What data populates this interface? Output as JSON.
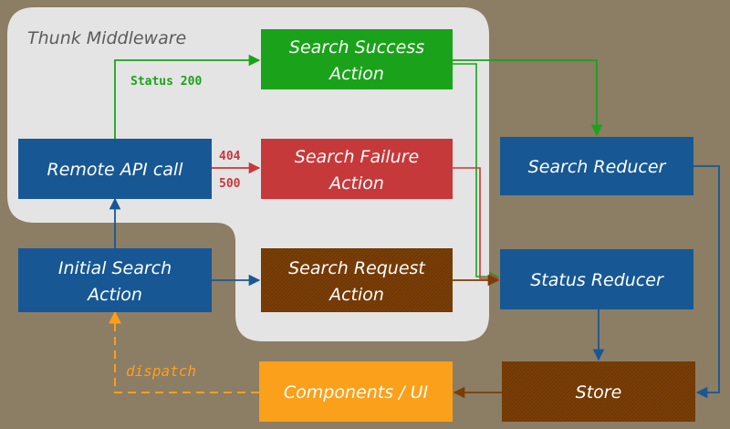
{
  "panel": {
    "title": "Thunk Middleware"
  },
  "nodes": {
    "remote_api_call": {
      "line1": "Remote API call",
      "line2": "",
      "color": "#175894"
    },
    "initial_search_action": {
      "line1": "Initial Search",
      "line2": "Action",
      "color": "#175894"
    },
    "search_success_action": {
      "line1": "Search Success",
      "line2": "Action",
      "color": "#1aa31a"
    },
    "search_failure_action": {
      "line1": "Search Failure",
      "line2": "Action",
      "color": "#c6393b"
    },
    "search_request_action": {
      "line1": "Search Request",
      "line2": "Action",
      "color": "#7a3e06"
    },
    "search_reducer": {
      "line1": "Search Reducer",
      "line2": "",
      "color": "#175894"
    },
    "status_reducer": {
      "line1": "Status Reducer",
      "line2": "",
      "color": "#175894"
    },
    "store": {
      "line1": "Store",
      "line2": "",
      "color": "#7a3e06"
    },
    "components_ui": {
      "line1": "Components / UI",
      "line2": "",
      "color": "#fba01a"
    }
  },
  "edge_labels": {
    "status_200": "Status 200",
    "code_404": "404",
    "code_500": "500",
    "dispatch": "dispatch"
  },
  "colors": {
    "success": "#1aa31a",
    "failure": "#c6393b",
    "request": "#7a3e06",
    "blue": "#175894",
    "orange": "#fba01a"
  }
}
